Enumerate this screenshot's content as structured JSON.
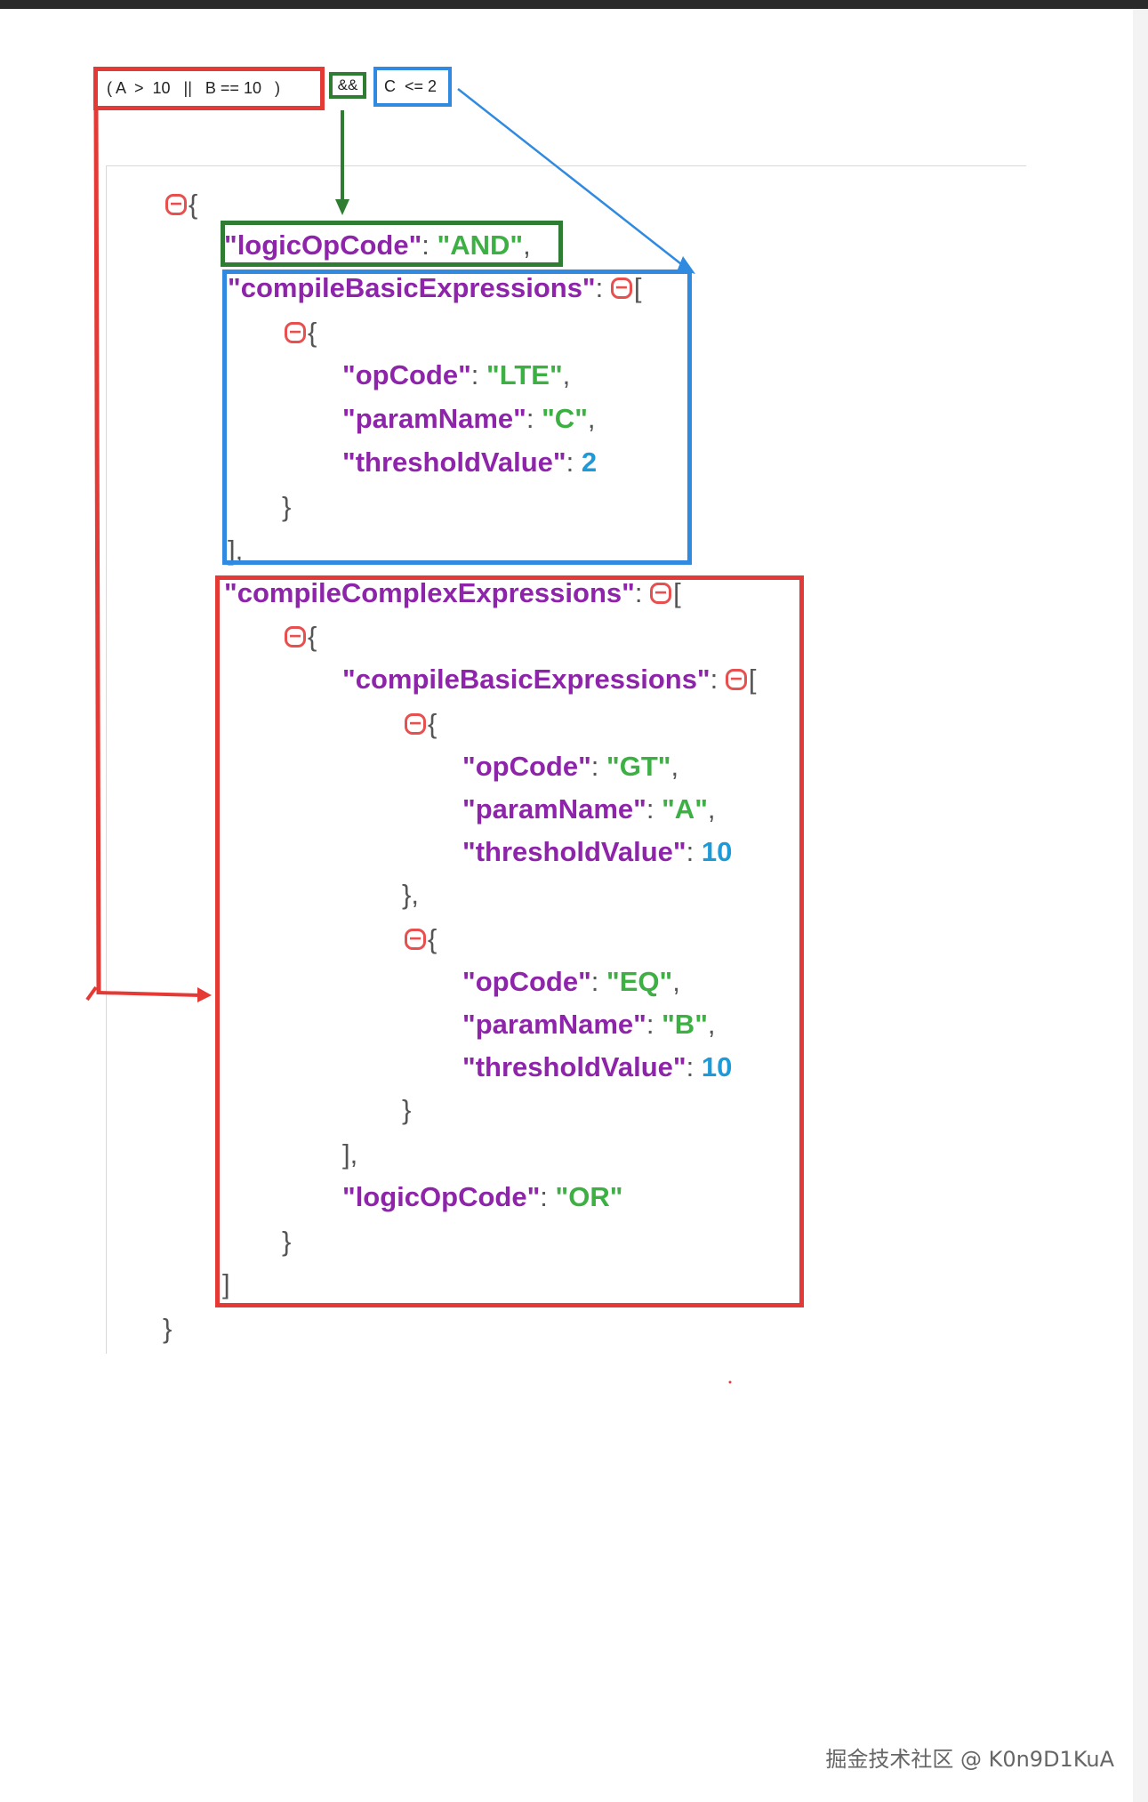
{
  "expression": {
    "left": "( A  >  10   ||   B == 10   )",
    "op": "&&",
    "right": "C  <= 2"
  },
  "json_lines": {
    "l1": "{",
    "l2_key": "\"logicOpCode\"",
    "l2_sep": ": ",
    "l2_val": "\"AND\"",
    "l2_end": ",",
    "l3_key": "\"compileBasicExpressions\"",
    "l3_sep": ": ",
    "l3_bracket": "[",
    "l4": "{",
    "l5_key": "\"opCode\"",
    "l5_sep": ": ",
    "l5_val": "\"LTE\"",
    "l5_end": ",",
    "l6_key": "\"paramName\"",
    "l6_sep": ": ",
    "l6_val": "\"C\"",
    "l6_end": ",",
    "l7_key": "\"thresholdValue\"",
    "l7_sep": ": ",
    "l7_val": "2",
    "l8": "}",
    "l9": "],",
    "l10_key": "\"compileComplexExpressions\"",
    "l10_sep": ": ",
    "l10_bracket": "[",
    "l11": "{",
    "l12_key": "\"compileBasicExpressions\"",
    "l12_sep": ": ",
    "l12_bracket": "[",
    "l13": "{",
    "l14_key": "\"opCode\"",
    "l14_sep": ": ",
    "l14_val": "\"GT\"",
    "l14_end": ",",
    "l15_key": "\"paramName\"",
    "l15_sep": ": ",
    "l15_val": "\"A\"",
    "l15_end": ",",
    "l16_key": "\"thresholdValue\"",
    "l16_sep": ": ",
    "l16_val": "10",
    "l17": "},",
    "l18": "{",
    "l19_key": "\"opCode\"",
    "l19_sep": ": ",
    "l19_val": "\"EQ\"",
    "l19_end": ",",
    "l20_key": "\"paramName\"",
    "l20_sep": ": ",
    "l20_val": "\"B\"",
    "l20_end": ",",
    "l21_key": "\"thresholdValue\"",
    "l21_sep": ": ",
    "l21_val": "10",
    "l22": "}",
    "l23": "],",
    "l24_key": "\"logicOpCode\"",
    "l24_sep": ": ",
    "l24_val": "\"OR\"",
    "l25": "}",
    "l26": "]",
    "l27": "}"
  },
  "collapse_glyph": "−",
  "colors": {
    "red": "#e53935",
    "green": "#2e7d32",
    "blue": "#2f8ae0",
    "key": "#8e24aa",
    "string": "#3cb043",
    "number": "#1e9ad6"
  },
  "watermark": "掘金技术社区 @ K0n9D1KuA"
}
